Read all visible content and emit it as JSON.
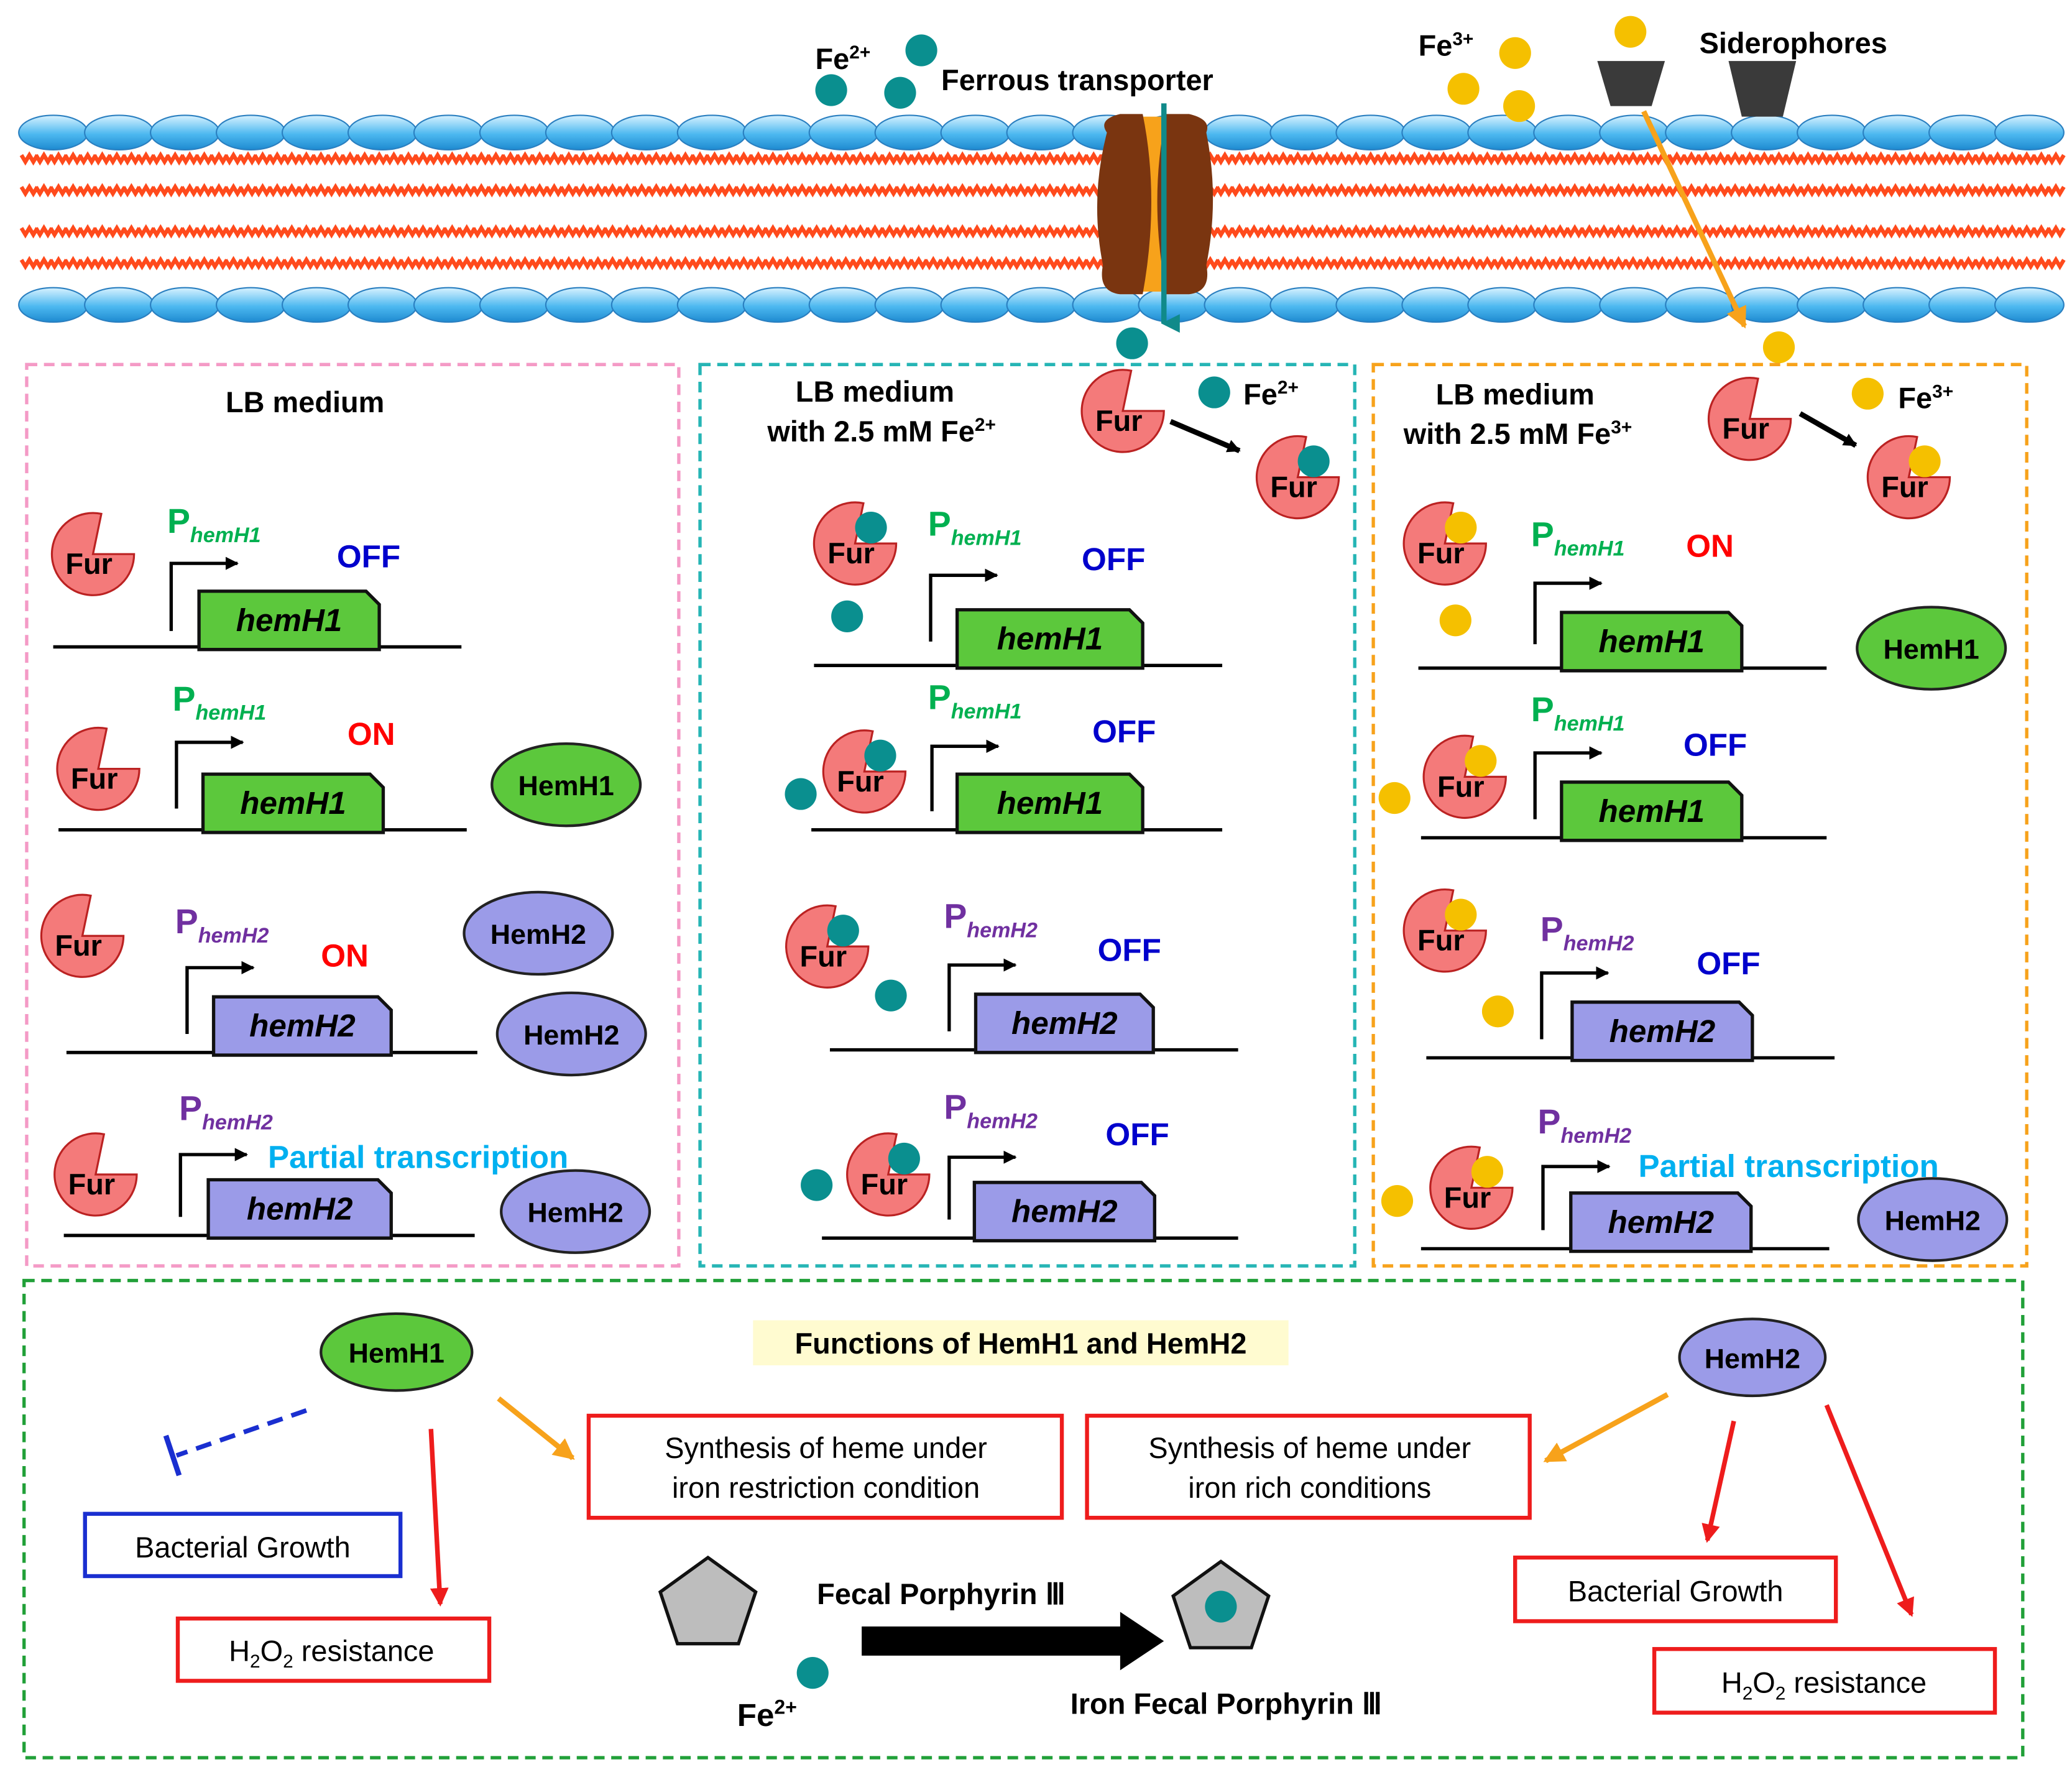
{
  "membrane": {
    "fe2": "Fe",
    "fe2_sup": "2+",
    "fe3": "Fe",
    "fe3_sup": "3+",
    "transporter_label": "Ferrous transporter",
    "siderophores_label": "Siderophores"
  },
  "common": {
    "fur": "Fur",
    "p_letter": "P",
    "p_hemh1_sub": "hemH1",
    "p_hemh2_sub": "hemH2",
    "gene_hemh1": "hemH1",
    "gene_hemh2": "hemH2",
    "protein_hemh1": "HemH1",
    "protein_hemh2": "HemH2",
    "on": "ON",
    "off": "OFF",
    "partial": "Partial transcription"
  },
  "panels": {
    "lb": {
      "title": "LB medium"
    },
    "fe2": {
      "title_line1": "LB medium",
      "title_line2": "with 2.5 mM Fe",
      "sup": "2+",
      "ion_label": "Fe",
      "ion_sup": "2+"
    },
    "fe3": {
      "title_line1": "LB medium",
      "title_line2": "with 2.5 mM Fe",
      "sup": "3+",
      "ion_label": "Fe",
      "ion_sup": "3+"
    }
  },
  "functions": {
    "title": "Functions of HemH1 and HemH2",
    "hemh1": "HemH1",
    "hemh2": "HemH2",
    "synth_restrict_l1": "Synthesis  of heme under",
    "synth_restrict_l2": "iron restriction  condition",
    "synth_rich_l1": "Synthesis  of heme under",
    "synth_rich_l2": "iron rich conditions",
    "growth_left": "Bacterial Growth",
    "growth_right": "Bacterial Growth",
    "h2o2_a": "H",
    "h2o2_sub1": "2",
    "h2o2_b": "O",
    "h2o2_sub2": "2",
    "h2o2_c": " resistance",
    "fecal": "Fecal Porphyrin Ⅲ",
    "iron_fecal": "Iron Fecal Porphyrin Ⅲ",
    "fe_label": "Fe",
    "fe_sup": "2+"
  },
  "colors": {
    "fur": "#f47a7a",
    "gene_green": "#5cc83c",
    "gene_purple": "#9b9be8",
    "teal_ion": "#0a8f8f",
    "gold_ion": "#f5c000",
    "on_red": "#ff0000",
    "off_blue": "#0000cc",
    "partial_cyan": "#00b0f0",
    "promoter_green": "#00b050",
    "promoter_purple": "#7030a0"
  }
}
